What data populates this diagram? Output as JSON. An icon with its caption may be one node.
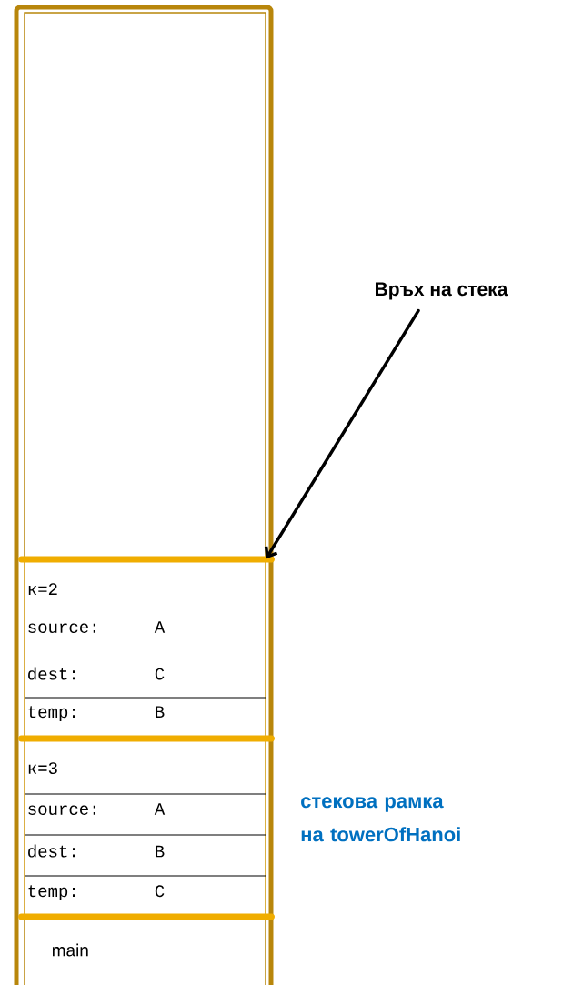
{
  "diagram": {
    "nodes": [
      {
        "text": [],
        "shape": "box"
      },
      {
        "text": [],
        "shape": "box",
        "in": 0
      },
      {
        "text": [
          "к=2"
        ],
        "in": 1
      },
      {
        "text": [
          "source:",
          "A"
        ],
        "in": 1
      },
      {
        "text": [
          "dest:",
          "C"
        ],
        "in": 1
      },
      {
        "text": [
          "temp:",
          "B"
        ],
        "in": 1
      },
      {
        "text": [],
        "shape": "box",
        "in": 0
      },
      {
        "text": [
          "к=3"
        ],
        "in": 6
      },
      {
        "text": [
          "source:",
          "A"
        ],
        "in": 6
      },
      {
        "text": [
          "dest:",
          "B"
        ],
        "in": 6
      },
      {
        "text": [
          "temp:",
          "C"
        ],
        "in": 6
      },
      {
        "text": [
          "main"
        ],
        "in": 0
      },
      {
        "text": [
          "Връх на стека"
        ]
      }
    ],
    "edges": [
      {
        "from": 12,
        "to": 1,
        "arrow": "to"
      }
    ],
    "labels": [
      "стекова рамка на towerOfHanoi"
    ]
  }
}
